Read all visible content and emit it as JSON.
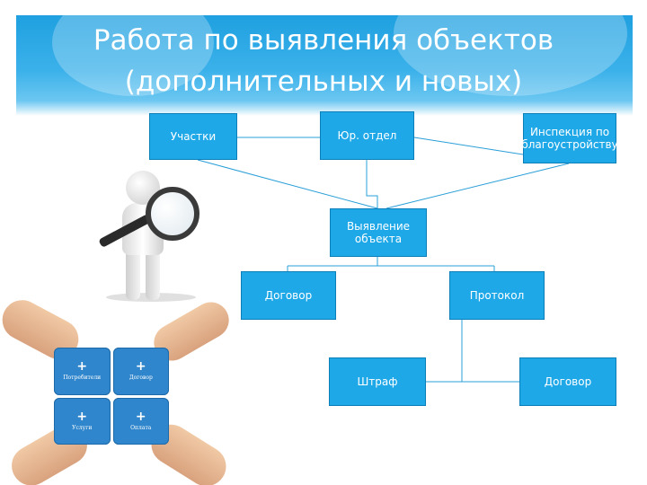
{
  "title": {
    "line1": "Работа по выявления объектов",
    "line2": "(дополнительных и новых)"
  },
  "org_chart": {
    "node_color": "#1ea8e8",
    "nodes": {
      "uchastki": "Участки",
      "yur_otdel": "Юр. отдел",
      "inspekciya": "Инспекция по благоустройству",
      "vyyavlenie": "Выявление объекта",
      "dogovor": "Договор",
      "protokol": "Протокол",
      "shtraf": "Штраф",
      "dogovor2": "Договор"
    }
  },
  "illustrations": {
    "magnifier": "magnifier-person-icon",
    "puzzle": {
      "pieces": [
        "Потребители",
        "Договор",
        "Услуги",
        "Оплата"
      ]
    }
  }
}
